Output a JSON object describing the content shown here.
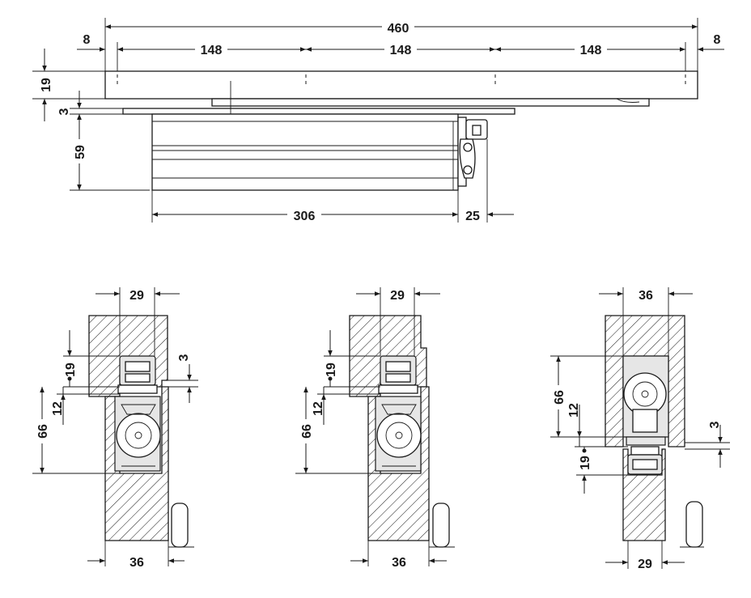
{
  "drawing": {
    "top_view": {
      "overall_length": "460",
      "left_offset": "8",
      "right_offset": "8",
      "segment_1": "148",
      "segment_2": "148",
      "segment_3": "148",
      "rail_height": "19",
      "gap": "3",
      "body_height": "59",
      "body_length": "306",
      "end_cap": "25"
    },
    "section_1": {
      "top_width": "29",
      "bottom_width": "36",
      "height_19": "19",
      "height_12": "12",
      "height_66": "66",
      "gap_3": "3"
    },
    "section_2": {
      "top_width": "29",
      "bottom_width": "36",
      "height_19": "19",
      "height_12": "12",
      "height_66": "66"
    },
    "section_3": {
      "top_width": "36",
      "bottom_width": "29",
      "height_66": "66",
      "height_12": "12",
      "height_19": "19",
      "gap_3": "3"
    }
  },
  "colors": {
    "line": "#1a1a1a",
    "fill_grey": "#e6e6e6",
    "background": "#ffffff"
  }
}
